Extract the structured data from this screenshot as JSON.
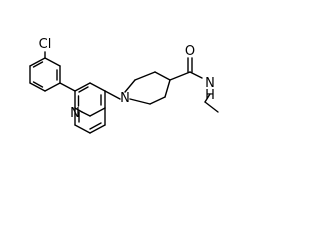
{
  "molecule": {
    "atoms": {
      "chlorine": "Cl",
      "oxygen": "O",
      "amide_nitrogen": "N",
      "amide_hydrogen": "H",
      "piperidine_nitrogen": "N",
      "quinoline_nitrogen": "N"
    },
    "colors": {
      "bond": "#000000",
      "text": "#000000",
      "background": "#ffffff"
    }
  }
}
